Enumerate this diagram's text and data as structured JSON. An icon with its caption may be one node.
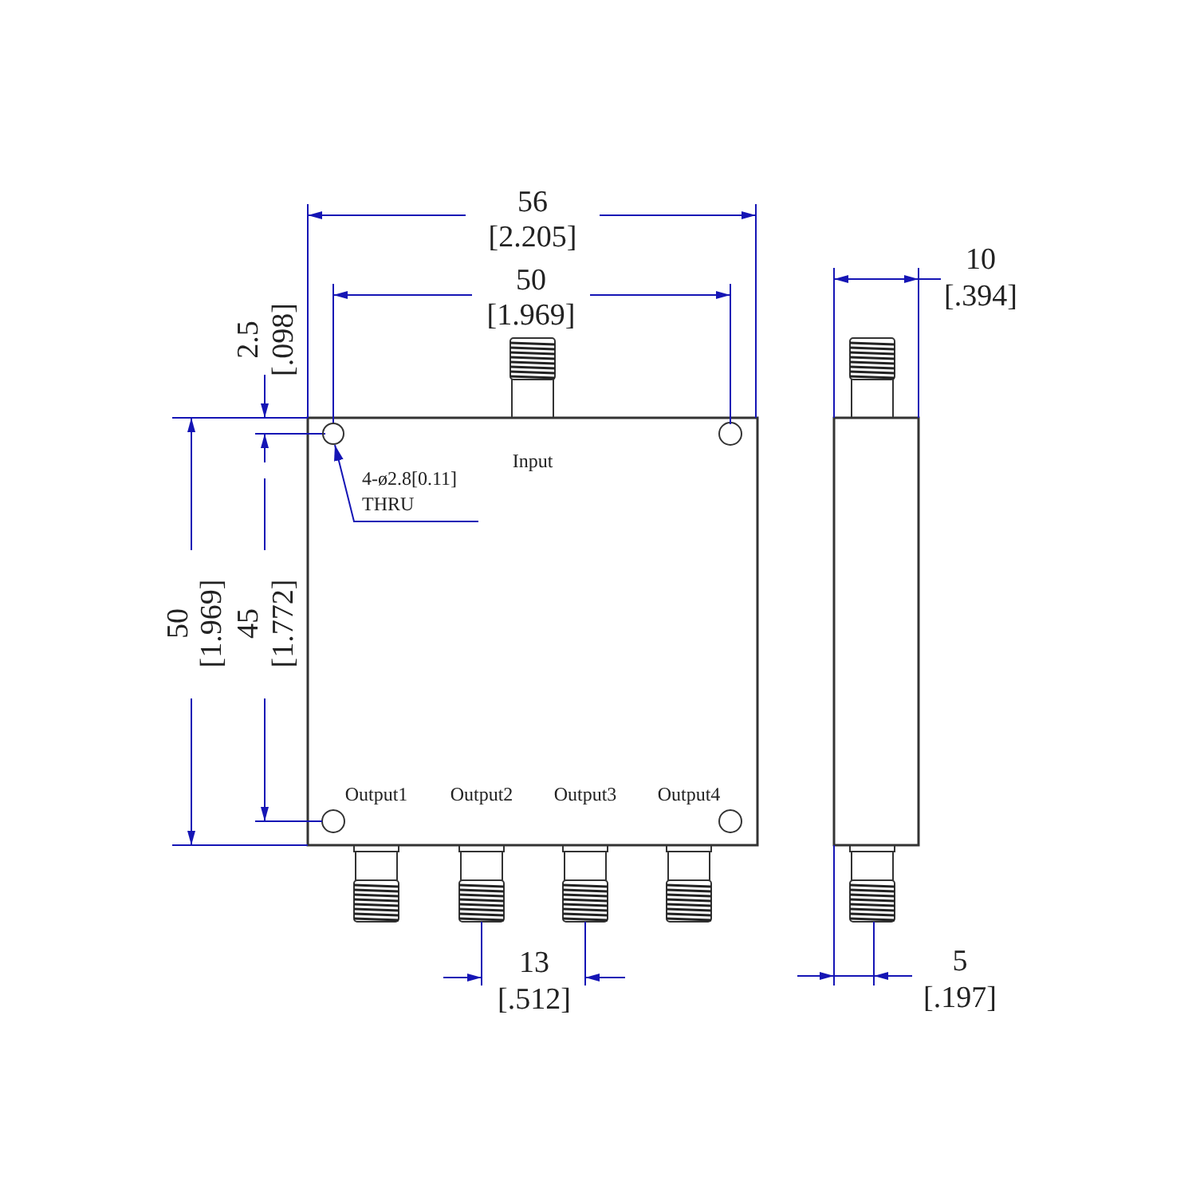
{
  "diagram": {
    "nodes": [
      {
        "text": [
          "4-ø2.8[0.11] THRU"
        ]
      },
      {
        "text": [],
        "shape": "circle"
      }
    ],
    "edges": [
      {
        "from": 0,
        "to": 1,
        "arrow": "to"
      }
    ],
    "labels": [
      "56",
      "[2.205]",
      "50",
      "[1.969]",
      "2.5",
      "[.098]",
      "50",
      "[1.969]",
      "45",
      "[1.772]",
      "Input",
      "Output1",
      "Output2",
      "Output3",
      "Output4",
      "13",
      "[.512]",
      "10",
      "[.394]",
      "5",
      "[.197]"
    ]
  }
}
